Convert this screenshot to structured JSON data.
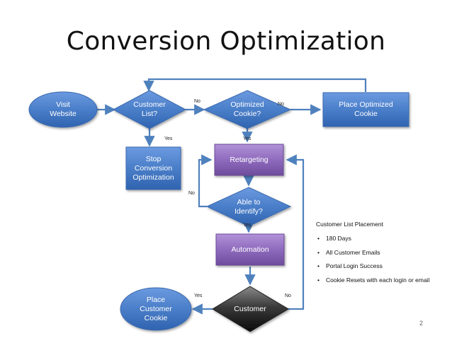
{
  "title": "Conversion Optimization",
  "nodes": {
    "visit_website": "Visit\nWebsite",
    "customer_list": "Customer\nList?",
    "optimized_cookie": "Optimized\nCookie?",
    "place_optimized_cookie": "Place Optimized\nCookie",
    "stop_conversion": "Stop\nConversion\nOptimization",
    "retargeting": "Retargeting",
    "able_to_identify": "Able to\nIdentify?",
    "automation": "Automation",
    "place_customer_cookie": "Place\nCustomer\nCookie",
    "customer": "Customer"
  },
  "edges": {
    "customer_list_no": "No",
    "optimized_cookie_no": "No",
    "customer_list_yes": "Yes",
    "optimized_cookie_yes": "Yes",
    "able_to_identify_no": "No",
    "able_to_identify_yes": "Yes",
    "customer_yes": "Yes",
    "customer_no": "No"
  },
  "notes": {
    "heading": "Customer List Placement",
    "items": [
      "180 Days",
      "All Customer Emails",
      "Portal Login Success",
      "Cookie Resets with each login or email"
    ]
  },
  "page_number": "2",
  "colors": {
    "blue_fill": "#4a7ec8",
    "purple_fill": "#8f6bbd",
    "connector": "#4f81bd",
    "customer_dark": "#2a2a2a"
  }
}
